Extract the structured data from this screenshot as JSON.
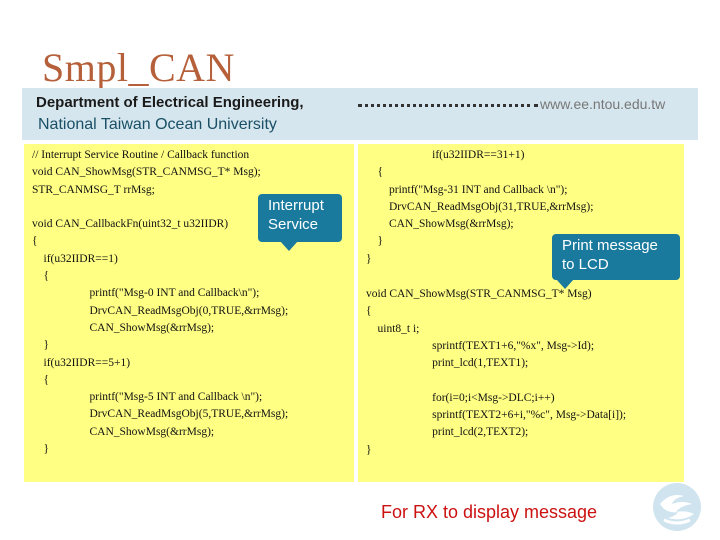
{
  "slide": {
    "title": "Smpl_CAN",
    "department": "Department of Electrical Engineering,",
    "website": "www.ee.ntou.edu.tw",
    "university": "National Taiwan Ocean University"
  },
  "code": {
    "left": "// Interrupt Service Routine / Callback function\nvoid CAN_ShowMsg(STR_CANMSG_T* Msg);\nSTR_CANMSG_T rrMsg;\n\nvoid CAN_CallbackFn(uint32_t u32IIDR)\n{\n    if(u32IIDR==1)\n    {\n                    printf(\"Msg-0 INT and Callback\\n\");\n                    DrvCAN_ReadMsgObj(0,TRUE,&rrMsg);\n                    CAN_ShowMsg(&rrMsg);\n    }\n    if(u32IIDR==5+1)\n    {\n                    printf(\"Msg-5 INT and Callback \\n\");\n                    DrvCAN_ReadMsgObj(5,TRUE,&rrMsg);\n                    CAN_ShowMsg(&rrMsg);\n    }",
    "right_top": "                       if(u32IIDR==31+1)\n    {\n        printf(\"Msg-31 INT and Callback \\n\");\n        DrvCAN_ReadMsgObj(31,TRUE,&rrMsg);\n        CAN_ShowMsg(&rrMsg);\n    }\n}",
    "right_bottom": "void CAN_ShowMsg(STR_CANMSG_T* Msg)\n{\n    uint8_t i;\n                       sprintf(TEXT1+6,\"%x\", Msg->Id);\n                       print_lcd(1,TEXT1);\n\n                       for(i=0;i<Msg->DLC;i++)\n                       sprintf(TEXT2+6+i,\"%c\", Msg->Data[i]);\n                       print_lcd(2,TEXT2);\n}"
  },
  "callouts": {
    "isr_line1": "Interrupt",
    "isr_line2": "Service",
    "lcd_line1": "Print message",
    "lcd_line2": "to LCD",
    "rx": "For RX to display message"
  },
  "colors": {
    "title": "#b5603a",
    "code_panel": "#ffff84",
    "header_band": "#d6e6ee",
    "callout": "#1a7a9e",
    "rx_text": "#cc1111"
  },
  "icons": {
    "logo": "university-logo-icon"
  }
}
